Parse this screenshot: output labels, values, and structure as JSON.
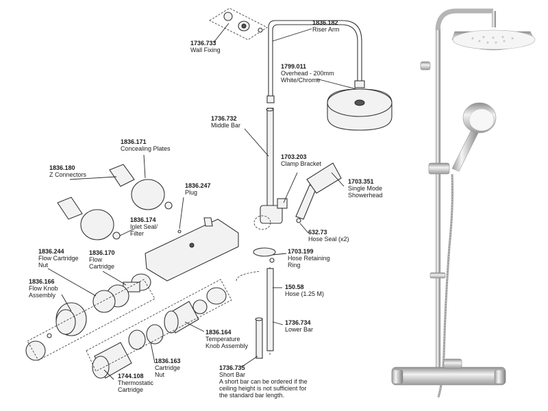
{
  "parts": {
    "riser_arm": {
      "code": "1836.182",
      "desc": "Riser Arm"
    },
    "wall_fixing": {
      "code": "1736.733",
      "desc": "Wall Fixing"
    },
    "overhead": {
      "code": "1799.011",
      "desc": "Overhead - 200mm",
      "desc2": "White/Chrome"
    },
    "middle_bar": {
      "code": "1736.732",
      "desc": "Middle Bar"
    },
    "concealing_plates": {
      "code": "1836.171",
      "desc": "Concealing Plates"
    },
    "z_connectors": {
      "code": "1836.180",
      "desc": "Z Connectors"
    },
    "clamp_bracket": {
      "code": "1703.203",
      "desc": "Clamp Bracket"
    },
    "plug": {
      "code": "1836.247",
      "desc": "Plug"
    },
    "single_mode": {
      "code": "1703.351",
      "desc": "Single Mode",
      "desc2": "Showerhead"
    },
    "inlet_seal": {
      "code": "1836.174",
      "desc": "Inlet Seal/",
      "desc2": "Filter"
    },
    "hose_seal": {
      "code": "632.73",
      "desc": "Hose Seal (x2)"
    },
    "flow_cartridge_nut": {
      "code": "1836.244",
      "desc": "Flow Cartridge",
      "desc2": "Nut"
    },
    "flow_cartridge": {
      "code": "1836.170",
      "desc": "Flow",
      "desc2": "Cartridge"
    },
    "hose_retaining_ring": {
      "code": "1703.199",
      "desc": "Hose Retaining",
      "desc2": "Ring"
    },
    "flow_knob": {
      "code": "1836.166",
      "desc": "Flow Knob",
      "desc2": "Assembly"
    },
    "hose": {
      "code": "150.58",
      "desc": "Hose (1.25 M)"
    },
    "lower_bar": {
      "code": "1736.734",
      "desc": "Lower Bar"
    },
    "temperature_knob": {
      "code": "1836.164",
      "desc": "Temperature",
      "desc2": "Knob Assembly"
    },
    "cartridge_nut": {
      "code": "1836.163",
      "desc": "Cartridge",
      "desc2": "Nut"
    },
    "thermostatic_cartridge": {
      "code": "1744.108",
      "desc": "Thermostatic",
      "desc2": "Cartridge"
    },
    "short_bar": {
      "code": "1736.735",
      "desc": "Short Bar",
      "note": "A short bar can be ordered if the ceiling height is not sufficient for the standard bar length."
    }
  }
}
